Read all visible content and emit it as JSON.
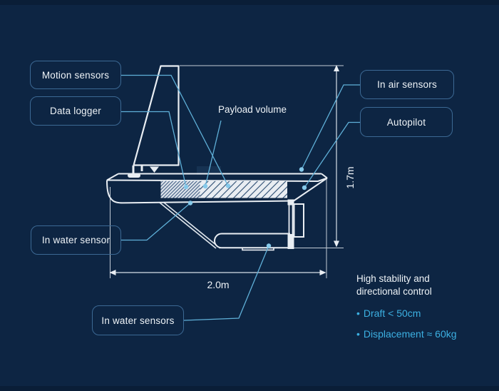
{
  "diagram_subject": "Autonomous surface vessel side-view schematic",
  "callouts": {
    "motion_sensors": "Motion sensors",
    "data_logger": "Data logger",
    "in_air_sensors": "In air sensors",
    "autopilot": "Autopilot",
    "payload_volume": "Payload volume",
    "in_water_sensor": "In water sensor",
    "in_water_sensors": "In water sensors"
  },
  "dimensions": {
    "height_label": "1.7m",
    "length_label": "2.0m"
  },
  "specs": {
    "heading_lines": [
      "High stability and",
      "directional control"
    ],
    "bullet_glyph": "•",
    "bullets": [
      "Draft < 50cm",
      "Displacement ≈ 60kg"
    ]
  },
  "colors": {
    "background": "#0d2543",
    "vessel_outline": "#e9eef3",
    "leader_line": "#5fb0d8",
    "leader_dot": "#85c9ea",
    "box_border": "#3c6994",
    "text": "#eef3f7",
    "accent_text": "#3cb0e2",
    "hatch_fill": "#e9edf2"
  }
}
